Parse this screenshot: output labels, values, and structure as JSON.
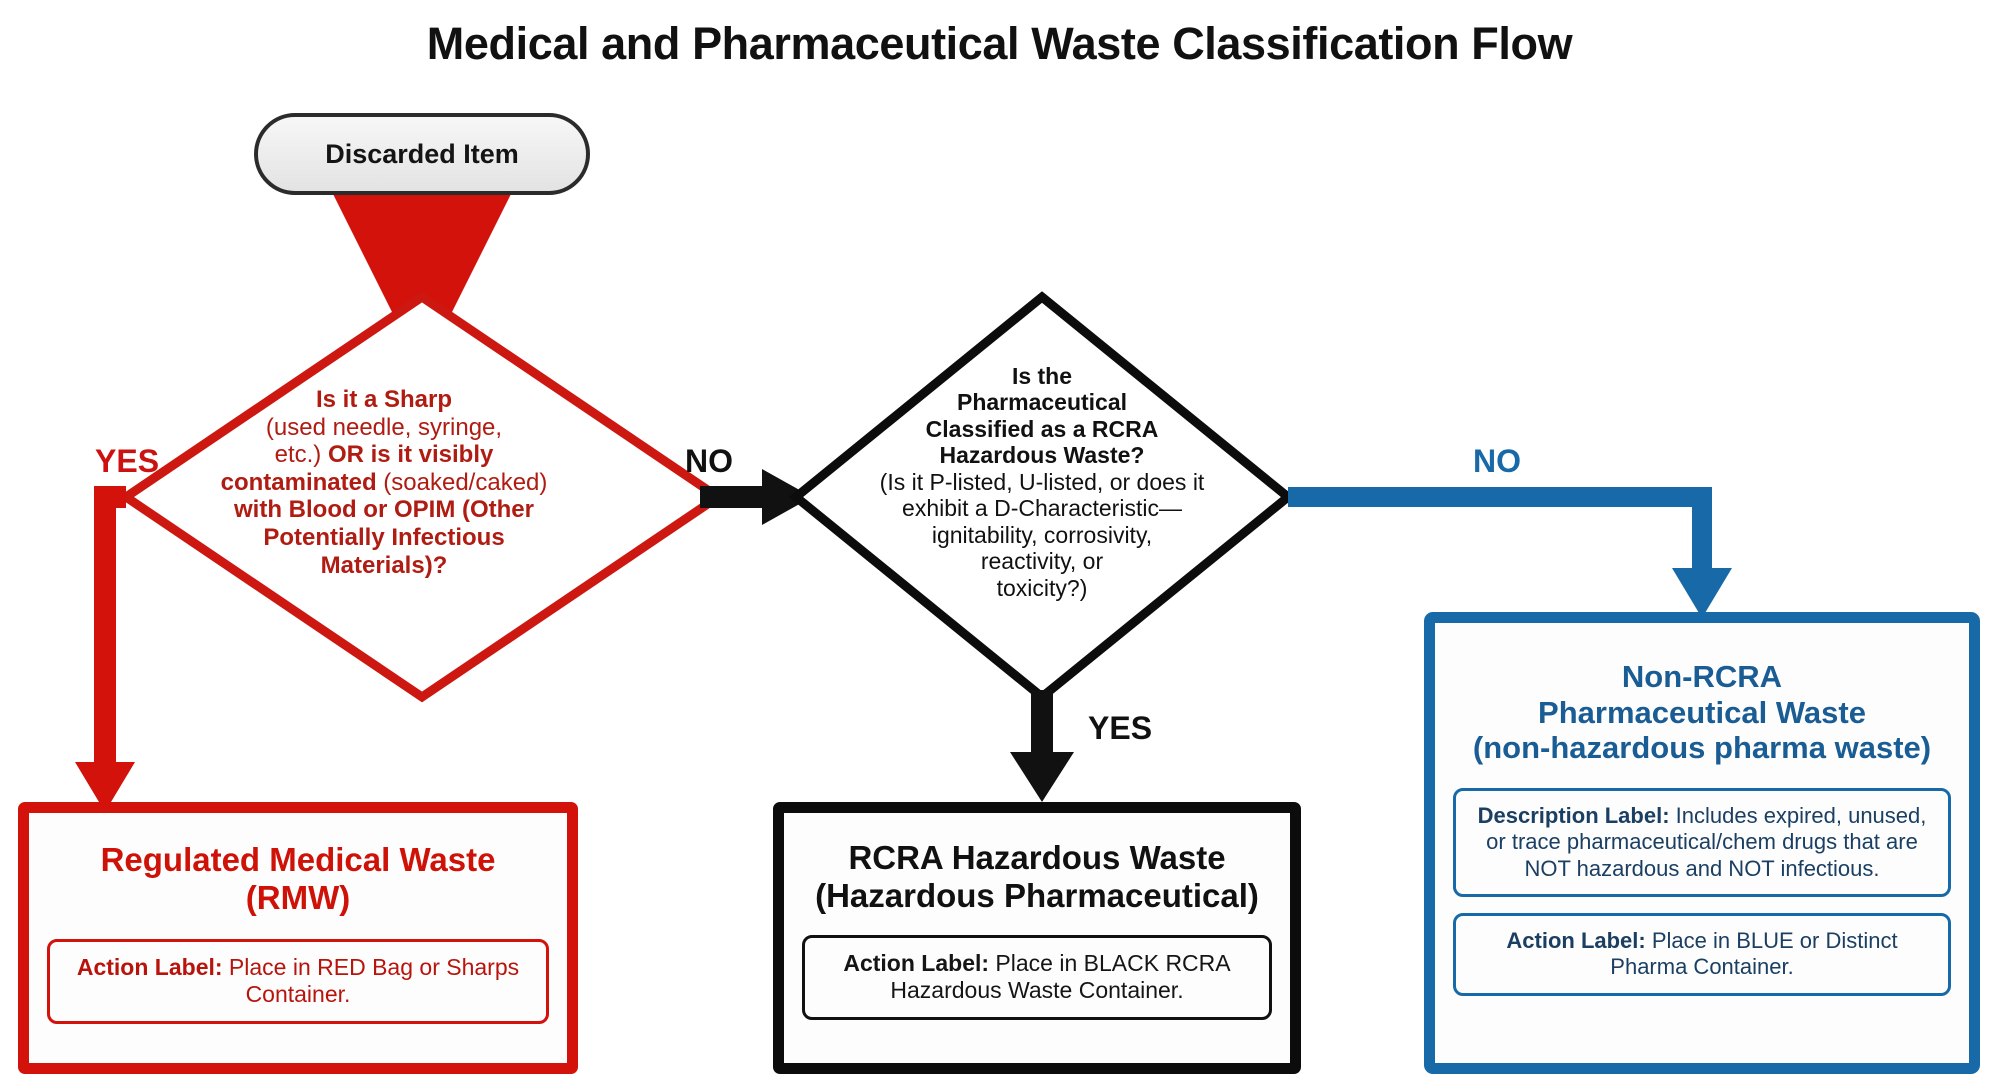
{
  "title": "Medical and Pharmaceutical Waste Classification Flow",
  "colors": {
    "red": "#D2120B",
    "red_text": "#B01C12",
    "black": "#111111",
    "blue": "#1769A8",
    "blue_text": "#1A5C94",
    "background": "#FFFFFF"
  },
  "start": {
    "label": "Discarded Item"
  },
  "decision_sharps": {
    "line1_bold": "Is it a Sharp",
    "line2_regular": "(used needle, syringe,",
    "line3_regular": "etc.) ",
    "line3_bold": "OR is it visibly",
    "line4_bold": "contaminated ",
    "line4_regular": "(soaked/caked)",
    "line5_bold": "with Blood or OPIM (Other",
    "line6_bold": "Potentially Infectious",
    "line7_bold": "Materials)?"
  },
  "decision_rcra": {
    "heading_line1": "Is the",
    "heading_line2": "Pharmaceutical",
    "heading_line3": "Classified as a RCRA",
    "heading_line4": "Hazardous Waste?",
    "detail_line1": "(Is it P-listed, U-listed, or does it",
    "detail_line2": "exhibit a D-Characteristic—",
    "detail_line3": "ignitability, corrosivity,",
    "detail_line4": "reactivity, or",
    "detail_line5": "toxicity?)"
  },
  "edges": {
    "yes_to_rmw": "YES",
    "no_to_rcra_decision": "NO",
    "yes_to_rcra_waste": "YES",
    "no_to_nonrcra": "NO"
  },
  "outcome_rmw": {
    "title_line1": "Regulated Medical Waste",
    "title_line2": "(RMW)",
    "action_label": "Action Label:",
    "action_text": " Place in RED Bag or Sharps Container."
  },
  "outcome_rcra": {
    "title_line1": "RCRA Hazardous Waste",
    "title_line2": "(Hazardous Pharmaceutical)",
    "action_label": "Action Label:",
    "action_text": " Place in BLACK RCRA Hazardous Waste Container."
  },
  "outcome_nonrcra": {
    "title_line1": "Non-RCRA",
    "title_line2": "Pharmaceutical Waste",
    "title_line3": "(non-hazardous pharma waste)",
    "description_label": "Description Label:",
    "description_text": " Includes expired, unused, or trace pharmaceutical/chem drugs that are NOT hazardous and NOT infectious.",
    "action_label": "Action Label:",
    "action_text": " Place in BLUE or Distinct Pharma Container."
  }
}
